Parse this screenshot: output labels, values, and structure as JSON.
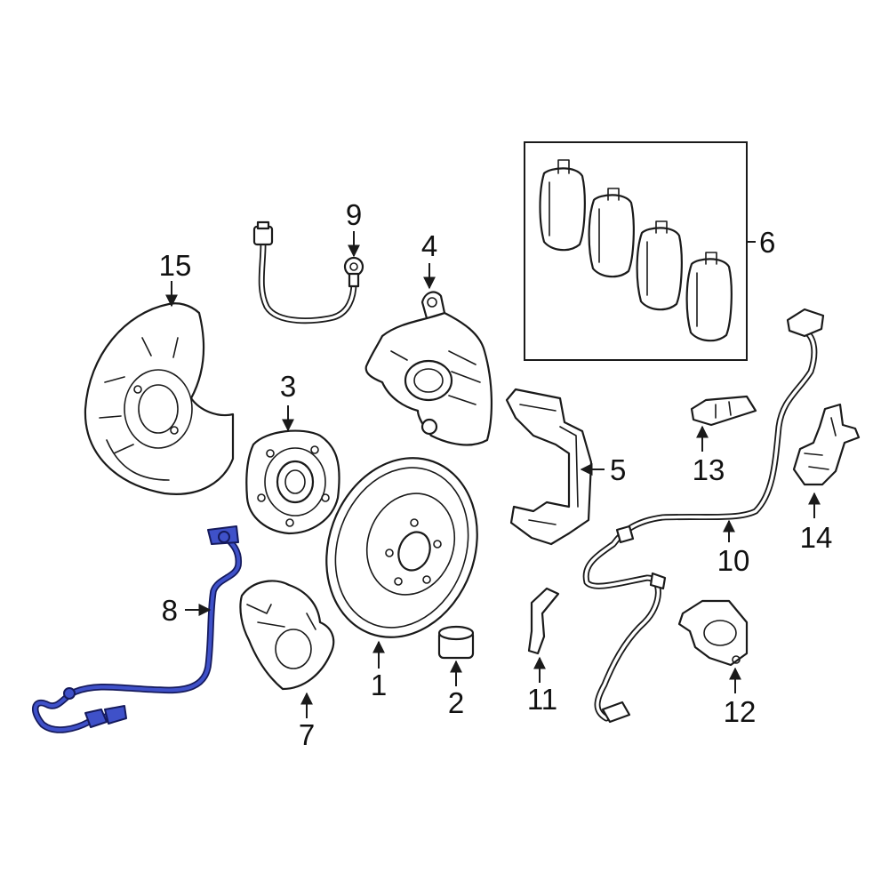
{
  "diagram": {
    "accent_color": "#3f51c9",
    "highlighted_part": "8",
    "callouts": [
      {
        "id": "c1",
        "label": "1"
      },
      {
        "id": "c2",
        "label": "2"
      },
      {
        "id": "c3",
        "label": "3"
      },
      {
        "id": "c4",
        "label": "4"
      },
      {
        "id": "c5",
        "label": "5"
      },
      {
        "id": "c6",
        "label": "6"
      },
      {
        "id": "c7",
        "label": "7"
      },
      {
        "id": "c8",
        "label": "8"
      },
      {
        "id": "c9",
        "label": "9"
      },
      {
        "id": "c10",
        "label": "10"
      },
      {
        "id": "c11",
        "label": "11"
      },
      {
        "id": "c12",
        "label": "12"
      },
      {
        "id": "c13",
        "label": "13"
      },
      {
        "id": "c14",
        "label": "14"
      },
      {
        "id": "c15",
        "label": "15"
      }
    ]
  }
}
